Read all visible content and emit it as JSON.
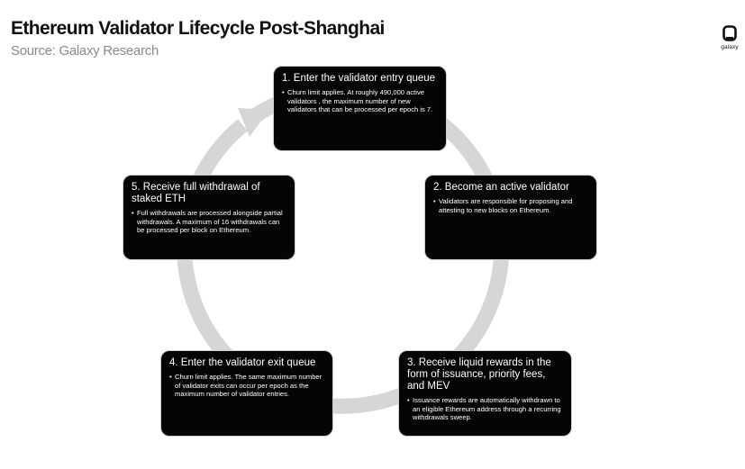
{
  "header": {
    "title": "Ethereum Validator Lifecycle Post-Shanghai",
    "subtitle": "Source: Galaxy Research"
  },
  "logo": {
    "icon": "galaxy-logo-icon",
    "text": "galaxy"
  },
  "colors": {
    "box_background": "#050505",
    "box_text": "#ffffff",
    "ring": "#d6d6d6",
    "title": "#111111",
    "subtitle": "#8a8a8a"
  },
  "steps": [
    {
      "title": "1. Enter the validator entry queue",
      "bullet": "Churn limit applies. At roughly 490,000 active validators , the maximum number of new validators that can be processed per epoch is 7."
    },
    {
      "title": "2. Become an active validator",
      "bullet": "Validators are responsible for proposing and attesting to new blocks on Ethereum."
    },
    {
      "title": "3. Receive liquid rewards in the form of issuance, priority fees, and MEV",
      "bullet": "Issuance rewards are automatically withdrawn to an eligible Ethereum address through a recurring withdrawals sweep."
    },
    {
      "title": "4. Enter the validator exit queue",
      "bullet": "Churn limit applies. The same maximum number of validator exits can occur per epoch as the maximum number of validator entries."
    },
    {
      "title": "5. Receive full withdrawal of staked ETH",
      "bullet": "Full withdrawals are processed alongside partial withdrawals. A maximum of 16 withdrawals can be processed per block on Ethereum."
    }
  ]
}
